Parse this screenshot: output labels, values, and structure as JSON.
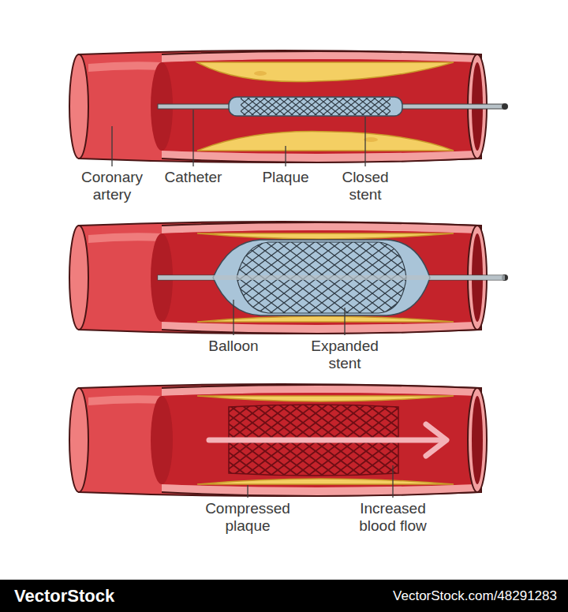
{
  "diagram": {
    "labels": [
      "Coronary artery",
      "Catheter",
      "Plaque",
      "Closed stent",
      "Balloon",
      "Expanded stent",
      "Compressed plaque",
      "Increased blood flow",
      "VectorStock",
      "VectorStock.com/48291283"
    ]
  }
}
